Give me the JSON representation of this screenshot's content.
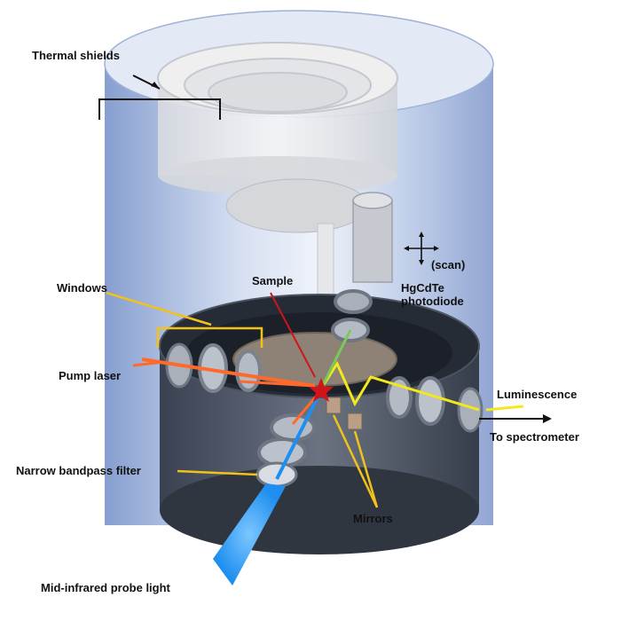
{
  "labels": {
    "thermal_shields": "Thermal shields",
    "windows": "Windows",
    "pump_laser": "Pump laser",
    "narrow_bandpass_filter": "Narrow bandpass filter",
    "mid_ir_probe": "Mid-infrared probe light",
    "sample": "Sample",
    "scan": "(scan)",
    "hgcdte_line1": "HgCdTe",
    "hgcdte_line2": "photodiode",
    "luminescence": "Luminescence",
    "to_spectrometer": "To spectrometer",
    "mirrors": "Mirrors"
  },
  "colors": {
    "pump_beam": "#ff6a2a",
    "probe_beam": "#1e8ff0",
    "luminescence_beam": "#f2e81c",
    "callout_line": "#f2c21a",
    "sample_marker": "#d0141a",
    "outer_cylinder": "#9fb4dc",
    "base_ring": "#2a3240"
  }
}
